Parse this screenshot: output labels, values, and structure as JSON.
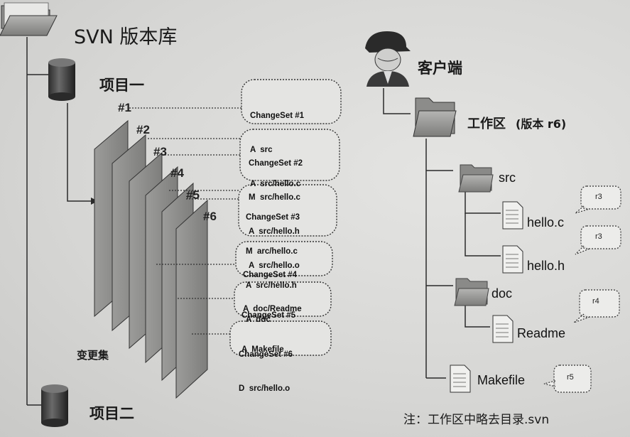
{
  "repo": {
    "title": "SVN 版本库",
    "project1": "项目一",
    "project2": "项目二",
    "changeset_label": "变更集",
    "revision_numbers": [
      "#1",
      "#2",
      "#3",
      "#4",
      "#5",
      "#6"
    ],
    "changesets": [
      {
        "title": "ChangeSet #1",
        "lines": [
          "A  src",
          "A  src/hello.c"
        ]
      },
      {
        "title": "ChangeSet #2",
        "lines": [
          "M  src/hello.c",
          "A  src/hello.h",
          "A  src/hello.o"
        ]
      },
      {
        "title": "ChangeSet #3",
        "lines": [
          "M  arc/hello.c",
          "A  src/hello.h",
          "A  doc"
        ]
      },
      {
        "title": "ChangeSet #4",
        "lines": [
          "A  doc/Readme"
        ]
      },
      {
        "title": "ChangeSet #5",
        "lines": [
          "A  Makefile"
        ]
      },
      {
        "title": "ChangeSet #6",
        "lines": [
          "D  src/hello.o"
        ]
      }
    ]
  },
  "client": {
    "label": "客户端",
    "workspace": "工作区",
    "version_text": "(版本  r6)",
    "folders": {
      "src": "src",
      "doc": "doc"
    },
    "files": {
      "hello_c": {
        "name": "hello.c",
        "rev": "r3"
      },
      "hello_h": {
        "name": "hello.h",
        "rev": "r3"
      },
      "readme": {
        "name": "Readme",
        "rev": "r4"
      },
      "makefile": {
        "name": "Makefile",
        "rev": "r5"
      }
    },
    "note": "注：工作区中略去目录.svn"
  },
  "colors": {
    "line": "#2a2a2a",
    "panel": "#8d8d8b",
    "folder": "#9a9a98",
    "db": "#3a3a3a"
  }
}
